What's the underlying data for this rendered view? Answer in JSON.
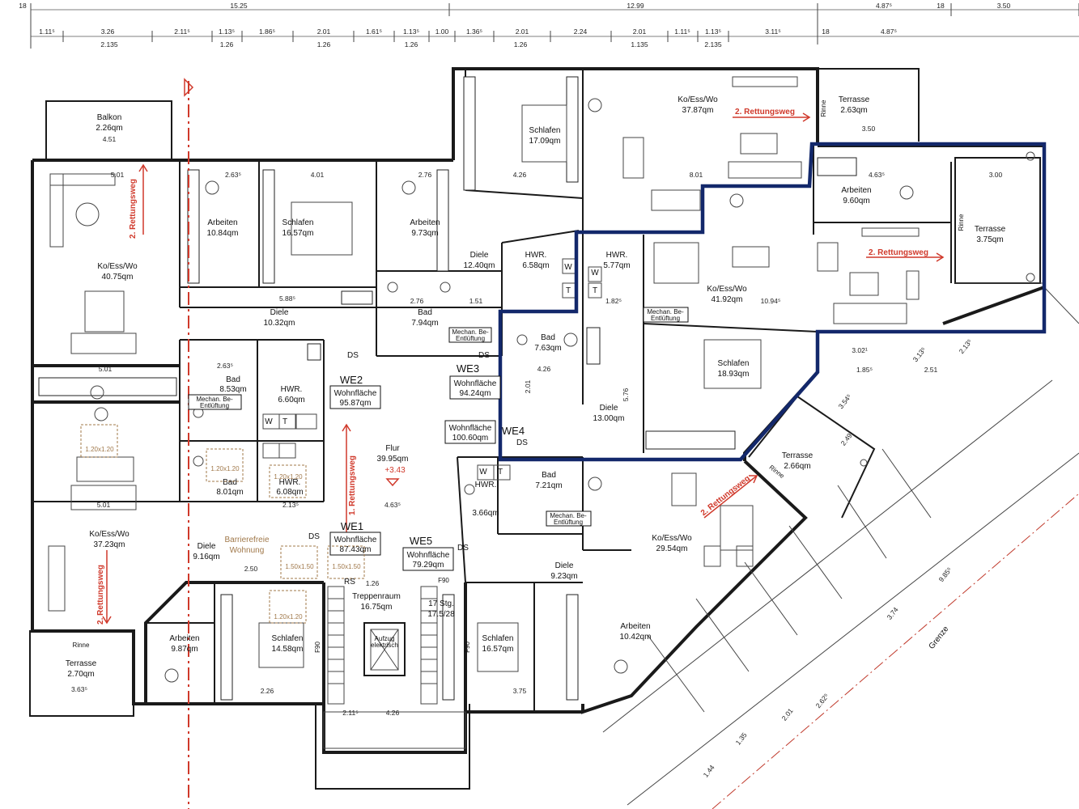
{
  "colors": {
    "highlight": "#13286b",
    "escape": "#d0392b",
    "accessible": "#a0784a"
  },
  "dims_top": [
    "18",
    "15.25",
    "12.99",
    "4.87⁵",
    "18",
    "3.50"
  ],
  "dims_row2": [
    "1.11⁵",
    "3.26",
    "2.11⁵",
    "1.13⁵",
    "1.86⁵",
    "2.01",
    "1.61⁵",
    "1.13⁵",
    "1.00",
    "1.36⁵",
    "2.01",
    "2.24",
    "2.01",
    "1.11⁵",
    "1.13⁵",
    "3.11⁵",
    "18",
    "4.87⁵"
  ],
  "dims_row3": [
    "2.135",
    "1.26",
    "1.26",
    "1.26",
    "1.26",
    "1.135",
    "2.135"
  ],
  "rooms": [
    {
      "id": "balkon",
      "name": "Balkon",
      "area": "2.26qm"
    },
    {
      "id": "arbeiten-we2",
      "name": "Arbeiten",
      "area": "10.84qm"
    },
    {
      "id": "schlafen-we2",
      "name": "Schlafen",
      "area": "16.57qm"
    },
    {
      "id": "arbeiten-we3",
      "name": "Arbeiten",
      "area": "9.73qm"
    },
    {
      "id": "schlafen-we3",
      "name": "Schlafen",
      "area": "17.09qm"
    },
    {
      "id": "koesswo-we3",
      "name": "Ko/Ess/Wo",
      "area": "37.87qm"
    },
    {
      "id": "terrasse-top",
      "name": "Terrasse",
      "area": "2.63qm"
    },
    {
      "id": "koesswo-we2",
      "name": "Ko/Ess/Wo",
      "area": "40.75qm"
    },
    {
      "id": "diele-we3",
      "name": "Diele",
      "area": "12.40qm"
    },
    {
      "id": "hwr-we3",
      "name": "HWR.",
      "area": "6.58qm"
    },
    {
      "id": "hwr-we4",
      "name": "HWR.",
      "area": "5.77qm"
    },
    {
      "id": "arbeiten-we4",
      "name": "Arbeiten",
      "area": "9.60qm"
    },
    {
      "id": "terrasse-we4",
      "name": "Terrasse",
      "area": "3.75qm"
    },
    {
      "id": "koesswo-we4",
      "name": "Ko/Ess/Wo",
      "area": "41.92qm"
    },
    {
      "id": "diele-we2",
      "name": "Diele",
      "area": "10.32qm"
    },
    {
      "id": "bad-we3",
      "name": "Bad",
      "area": "7.94qm"
    },
    {
      "id": "bad-we4",
      "name": "Bad",
      "area": "7.63qm"
    },
    {
      "id": "schlafen-we4",
      "name": "Schlafen",
      "area": "18.93qm"
    },
    {
      "id": "bad-we2",
      "name": "Bad",
      "area": "8.53qm"
    },
    {
      "id": "hwr-we2",
      "name": "HWR.",
      "area": "6.60qm"
    },
    {
      "id": "diele-we4",
      "name": "Diele",
      "area": "13.00qm"
    },
    {
      "id": "flur",
      "name": "Flur",
      "area": "39.95qm"
    },
    {
      "id": "bad-we1",
      "name": "Bad",
      "area": "8.01qm"
    },
    {
      "id": "hwr-we1",
      "name": "HWR.",
      "area": "6.08qm"
    },
    {
      "id": "koesswo-we1",
      "name": "Ko/Ess/Wo",
      "area": "37.23qm"
    },
    {
      "id": "terrasse-we5",
      "name": "Terrasse",
      "area": "2.66qm"
    },
    {
      "id": "bad-we5",
      "name": "Bad",
      "area": "7.21qm"
    },
    {
      "id": "hwr-we5",
      "name": "HWR.",
      "area": "3.66qm"
    },
    {
      "id": "koesswo-we5",
      "name": "Ko/Ess/Wo",
      "area": "29.54qm"
    },
    {
      "id": "diele-we1",
      "name": "Diele",
      "area": "9.16qm"
    },
    {
      "id": "diele-we5",
      "name": "Diele",
      "area": "9.23qm"
    },
    {
      "id": "treppenraum",
      "name": "Treppenraum",
      "area": "16.75qm"
    },
    {
      "id": "arbeiten-we1",
      "name": "Arbeiten",
      "area": "9.87qm"
    },
    {
      "id": "schlafen-we1",
      "name": "Schlafen",
      "area": "14.58qm"
    },
    {
      "id": "schlafen-we5",
      "name": "Schlafen",
      "area": "16.57qm"
    },
    {
      "id": "arbeiten-we5",
      "name": "Arbeiten",
      "area": "10.42qm"
    },
    {
      "id": "terrasse-we1",
      "name": "Terrasse",
      "area": "2.70qm"
    }
  ],
  "units": [
    {
      "id": "WE2",
      "label": "WE2",
      "flaeche_label": "Wohnfläche",
      "flaeche": "95.87qm"
    },
    {
      "id": "WE3",
      "label": "WE3",
      "flaeche_label": "Wohnfläche",
      "flaeche": "94.24qm"
    },
    {
      "id": "WE4",
      "label": "WE4",
      "flaeche_label": "Wohnfläche",
      "flaeche": "100.60qm"
    },
    {
      "id": "WE1",
      "label": "WE1",
      "flaeche_label": "Wohnfläche",
      "flaeche": "87.43qm"
    },
    {
      "id": "WE5",
      "label": "WE5",
      "flaeche_label": "Wohnfläche",
      "flaeche": "79.29qm"
    }
  ],
  "escape_label": "2. Rettungsweg",
  "escape_label_1": "1. Rettungsweg",
  "level": "+3.43",
  "accessible": [
    "Barrierefreie",
    "Wohnung"
  ],
  "accessible_dims": [
    "1.20x1.20",
    "1.20x1.20",
    "1.20x1.20",
    "1.20x1.20",
    "1.50x1.50",
    "1.50x1.50"
  ],
  "mech_label": [
    "Mechan. Be-",
    "Entlüftung"
  ],
  "ds_label": "DS",
  "rinne_label": "Rinne",
  "grenze_label": "Grenze",
  "stairs": {
    "steps": "17 Stg.",
    "rise": "17.5/28",
    "rs": "RS",
    "f90": "F90",
    "aufzug": [
      "Aufzug",
      "elektrisch"
    ]
  },
  "wt": [
    "W",
    "T"
  ],
  "dims_misc": [
    "5.01",
    "4.51",
    "2.63⁵",
    "4.01",
    "2.76",
    "4.26",
    "8.01",
    "4.63⁵",
    "3.00",
    "3.50",
    "5.88⁵",
    "2.76",
    "1.51",
    "1.82⁵",
    "10.94⁵",
    "5.01",
    "2.63⁵",
    "2.13⁵",
    "4.63⁵",
    "5.01",
    "2.50",
    "1.26",
    "2.11⁵",
    "4.26",
    "3.75",
    "3.63⁵",
    "2.26",
    "3.02¹",
    "1.85⁵",
    "2.51",
    "3.54⁵",
    "2.49",
    "2.01",
    "1.35",
    "1.44",
    "3.74",
    "9.85⁵",
    "2.62⁵",
    "2.13⁵",
    "3.13⁵",
    "2.01",
    "4.26",
    "5.76"
  ]
}
